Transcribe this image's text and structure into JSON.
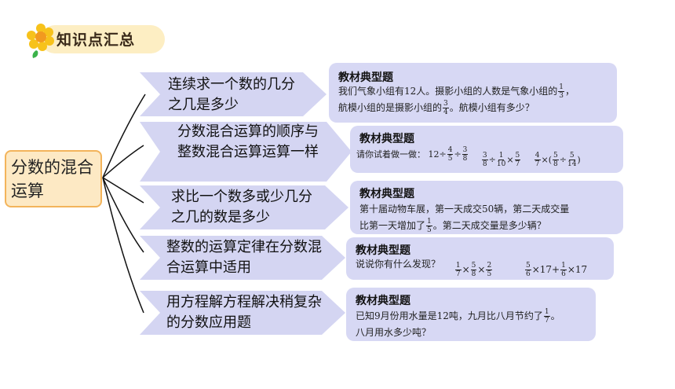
{
  "header": {
    "title": "知识点汇总"
  },
  "root": {
    "label": "分数的混合运算"
  },
  "branches": [
    {
      "label": "连续求一个数的几分之几是多少"
    },
    {
      "label": "分数混合运算的顺序与整数混合运算运算一样"
    },
    {
      "label": "求比一个数多或少几分之几的数是多少"
    },
    {
      "label": "整数的运算定律在分数混合运算中适用"
    },
    {
      "label": "用方程解方程解决稍复杂的分数应用题"
    }
  ],
  "cards": [
    {
      "title": "教材典型题",
      "line1a": "我们气象小组有12人。摄影小组的人数是气象小组的",
      "f1": {
        "num": "1",
        "den": "3"
      },
      "line1b": "，",
      "line2a": "航模小组的是摄影小组的",
      "f2": {
        "num": "3",
        "den": "4"
      },
      "line2b": "。航模小组有多少？"
    },
    {
      "title": "教材典型题",
      "prefix": "请你试着做一做：",
      "e1": {
        "a": "12÷",
        "f1": {
          "num": "4",
          "den": "5"
        },
        "op": "÷",
        "f2": {
          "num": "3",
          "den": "8"
        }
      },
      "e2": {
        "f1": {
          "num": "3",
          "den": "8"
        },
        "op1": "÷",
        "f2": {
          "num": "1",
          "den": "10"
        },
        "op2": "×",
        "f3": {
          "num": "5",
          "den": "7"
        }
      },
      "e3": {
        "f1": {
          "num": "4",
          "den": "7"
        },
        "op1": "×(",
        "f2": {
          "num": "5",
          "den": "8"
        },
        "op2": "÷",
        "f3": {
          "num": "5",
          "den": "14"
        },
        "close": ")"
      }
    },
    {
      "title": "教材典型题",
      "line1": "第十届动物车展，第一天成交50辆，第二天成交量",
      "line2a": "比第一天增加了",
      "f1": {
        "num": "1",
        "den": "5"
      },
      "line2b": "。第二天成交量是多少辆？"
    },
    {
      "title": "教材典型题",
      "prefix": "说说你有什么发现？",
      "e1": {
        "f1": {
          "num": "1",
          "den": "7"
        },
        "op1": "×",
        "f2": {
          "num": "5",
          "den": "8"
        },
        "op2": "×",
        "f3": {
          "num": "2",
          "den": "5"
        }
      },
      "e2": {
        "f1": {
          "num": "5",
          "den": "6"
        },
        "op1": "×17+",
        "f2": {
          "num": "1",
          "den": "6"
        },
        "tail": "×17"
      }
    },
    {
      "title": "教材典型题",
      "line1a": "已知9月份用水量是12吨，九月比八月节约了",
      "f1": {
        "num": "1",
        "den": "7"
      },
      "line1b": "。",
      "line2": "八月用水多少吨？"
    }
  ],
  "colors": {
    "card_bg": "#d7d8f4",
    "branch_bg": "#d4d5f2",
    "root_bg": "#fde9c4",
    "root_border": "#f3b45b",
    "accent": "#f5c518"
  }
}
